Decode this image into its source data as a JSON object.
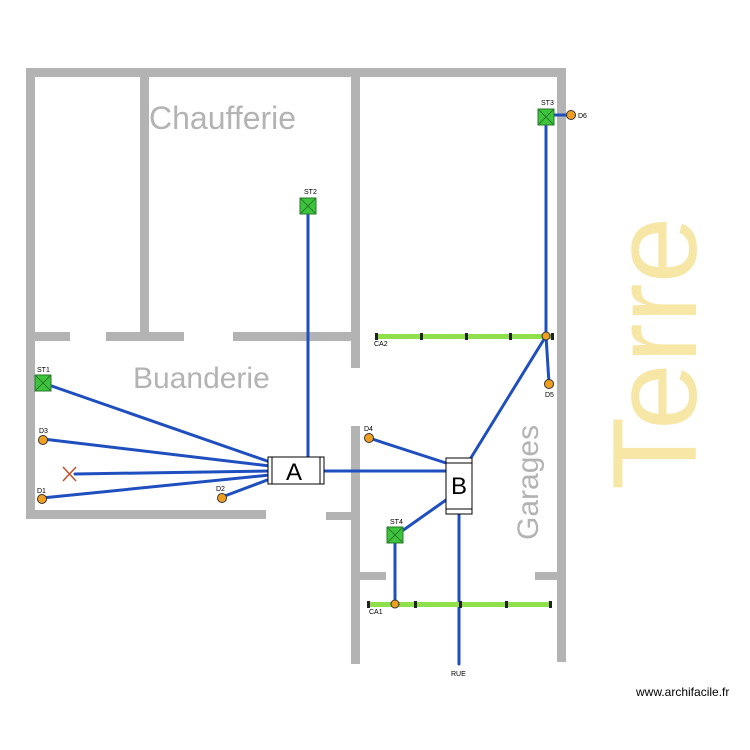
{
  "rooms": {
    "chaufferie": "Chaufferie",
    "buanderie": "Buanderie",
    "garages": "Garages",
    "terre": "Terre"
  },
  "boxes": {
    "a": "A",
    "b": "B"
  },
  "manholes": {
    "st1": "ST1",
    "st2": "ST2",
    "st3": "ST3",
    "st4": "ST4"
  },
  "drains": {
    "d1": "D1",
    "d2": "D2",
    "d3": "D3",
    "d4": "D4",
    "d5": "D5",
    "d6": "D6"
  },
  "channels": {
    "ca1": "CA1",
    "ca2": "CA2"
  },
  "outlet": "RUE",
  "watermark": "www.archifacile.fr",
  "colors": {
    "wall": "#b3b3b3",
    "pipe": "#1f4fbf",
    "manhole": "#3cc43c",
    "drain_point": "#f0a020",
    "channel": "#c8e04a",
    "terre_text": "#f7e7a6"
  }
}
